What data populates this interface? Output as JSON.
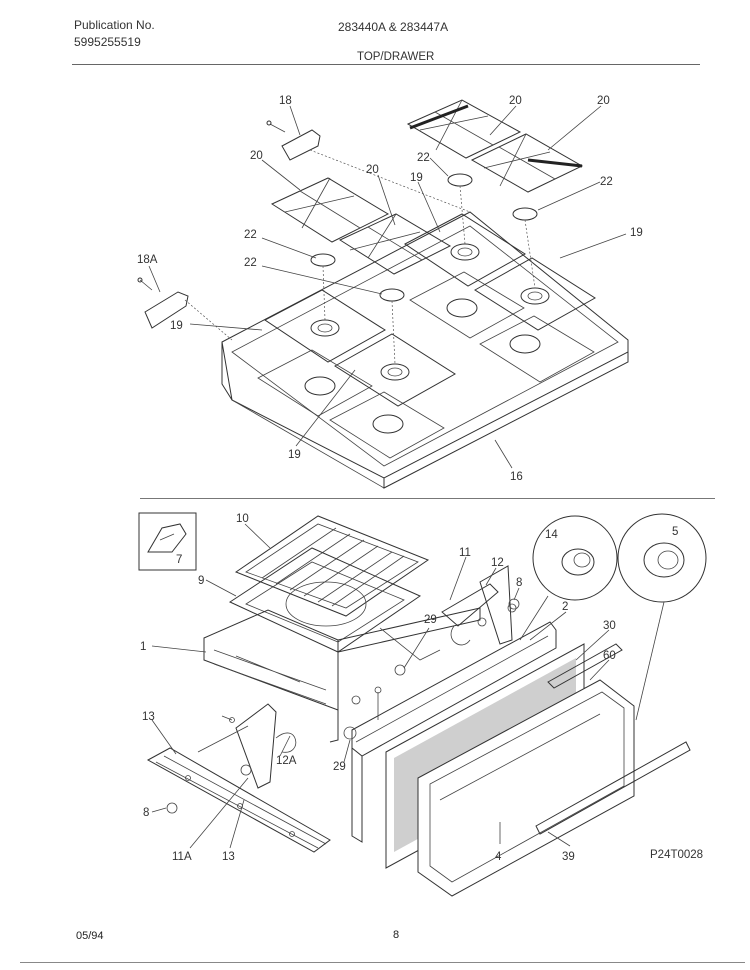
{
  "header": {
    "publication_label": "Publication No.",
    "publication_number": "5995255519",
    "models": "283440A & 283447A",
    "section_title": "TOP/DRAWER"
  },
  "footer": {
    "date": "05/94",
    "page": "8"
  },
  "figure_code": "P24T0028",
  "top_callouts": {
    "c18": "18",
    "c20a": "20",
    "c20b": "20",
    "c20c": "20",
    "c20d": "20",
    "c22a": "22",
    "c22b": "22",
    "c22c": "22",
    "c22d": "22",
    "c19a": "19",
    "c19b": "19",
    "c19c": "19",
    "c19d": "19",
    "c18a": "18A",
    "c16": "16"
  },
  "bottom_callouts": {
    "c10": "10",
    "c7": "7",
    "c9": "9",
    "c1": "1",
    "c11": "11",
    "c12": "12",
    "c8a": "8",
    "c29a": "29",
    "c2": "2",
    "c14": "14",
    "c5": "5",
    "c30": "30",
    "c60": "60",
    "c13a": "13",
    "c12a": "12A",
    "c29b": "29",
    "c8b": "8",
    "c11a": "11A",
    "c13b": "13",
    "c4": "4",
    "c39": "39"
  }
}
